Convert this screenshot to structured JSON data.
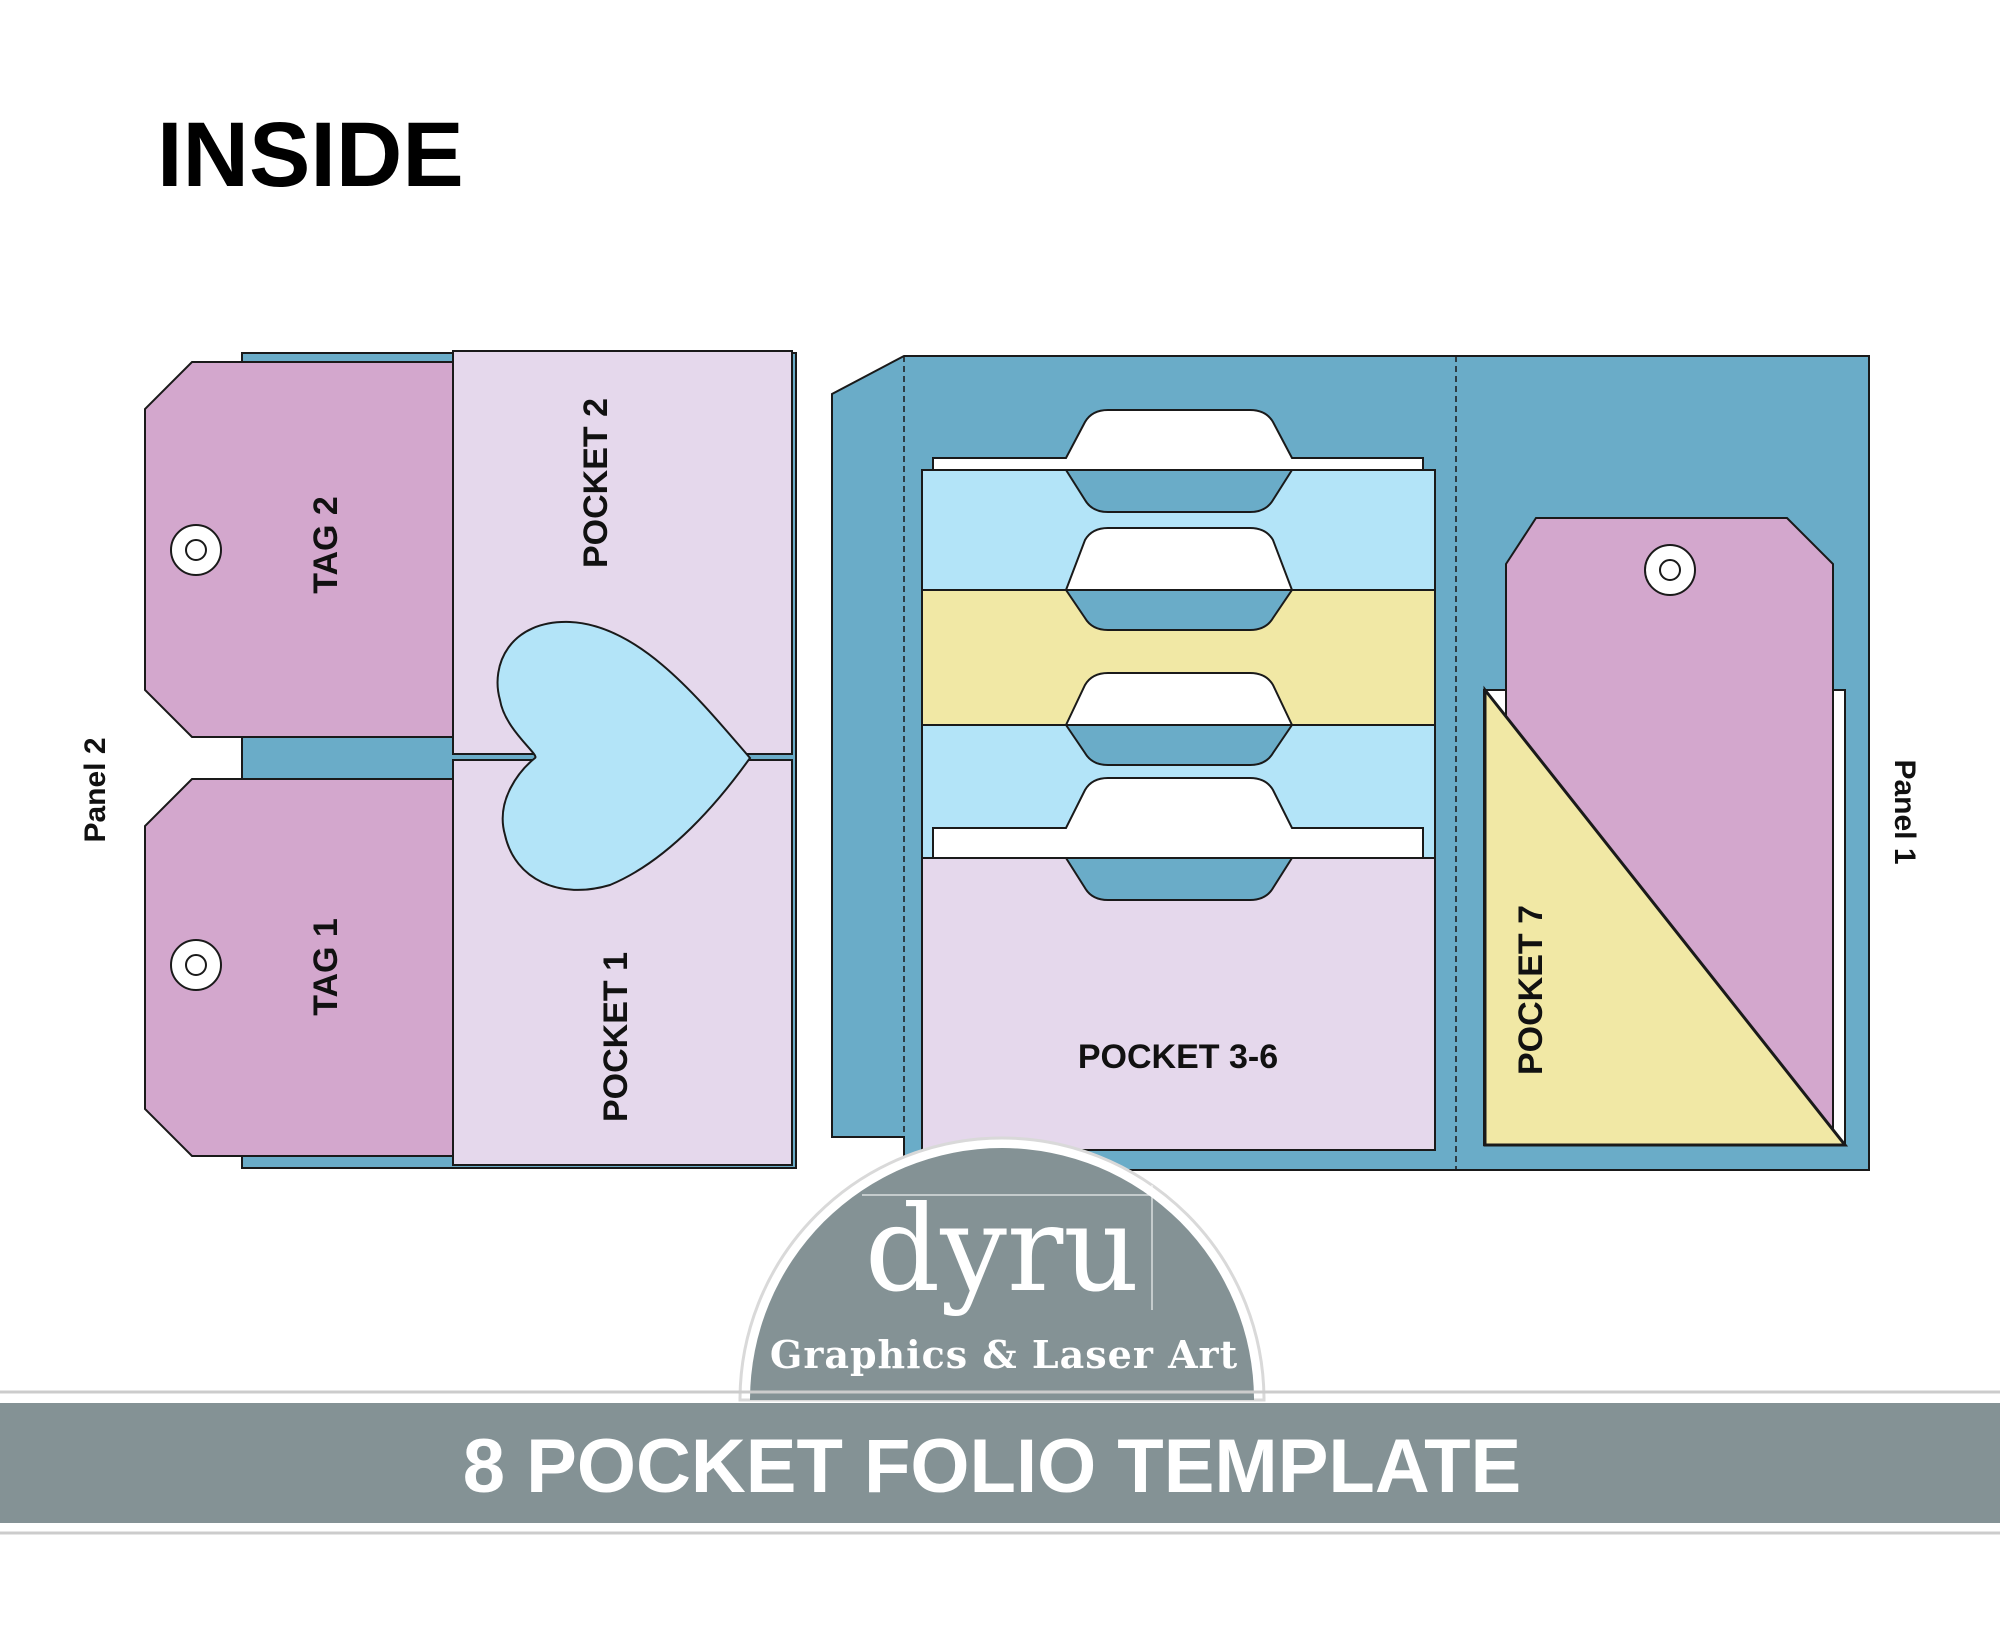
{
  "heading": "INSIDE",
  "left_folio": {
    "side_label": "Panel 2",
    "tags": [
      "TAG 2",
      "TAG 1"
    ],
    "pockets": [
      "POCKET 2",
      "POCKET 1"
    ]
  },
  "right_folio": {
    "side_label": "Panel 1",
    "pocket_group": "POCKET 3-6",
    "pocket_triangle": "POCKET 7"
  },
  "logo": {
    "wordmark": "dyru",
    "tagline": "Graphics & Laser Art"
  },
  "banner": {
    "title": "8 POCKET FOLIO TEMPLATE"
  },
  "colors": {
    "panel_blue": "#6aacc8",
    "tag_purple": "#d3a7cd",
    "pocket_lavender": "#e5d8ec",
    "light_blue": "#b3e4f8",
    "yellow": "#f1e8a5",
    "banner_gray": "#849295",
    "outline": "#1a1a1a"
  }
}
